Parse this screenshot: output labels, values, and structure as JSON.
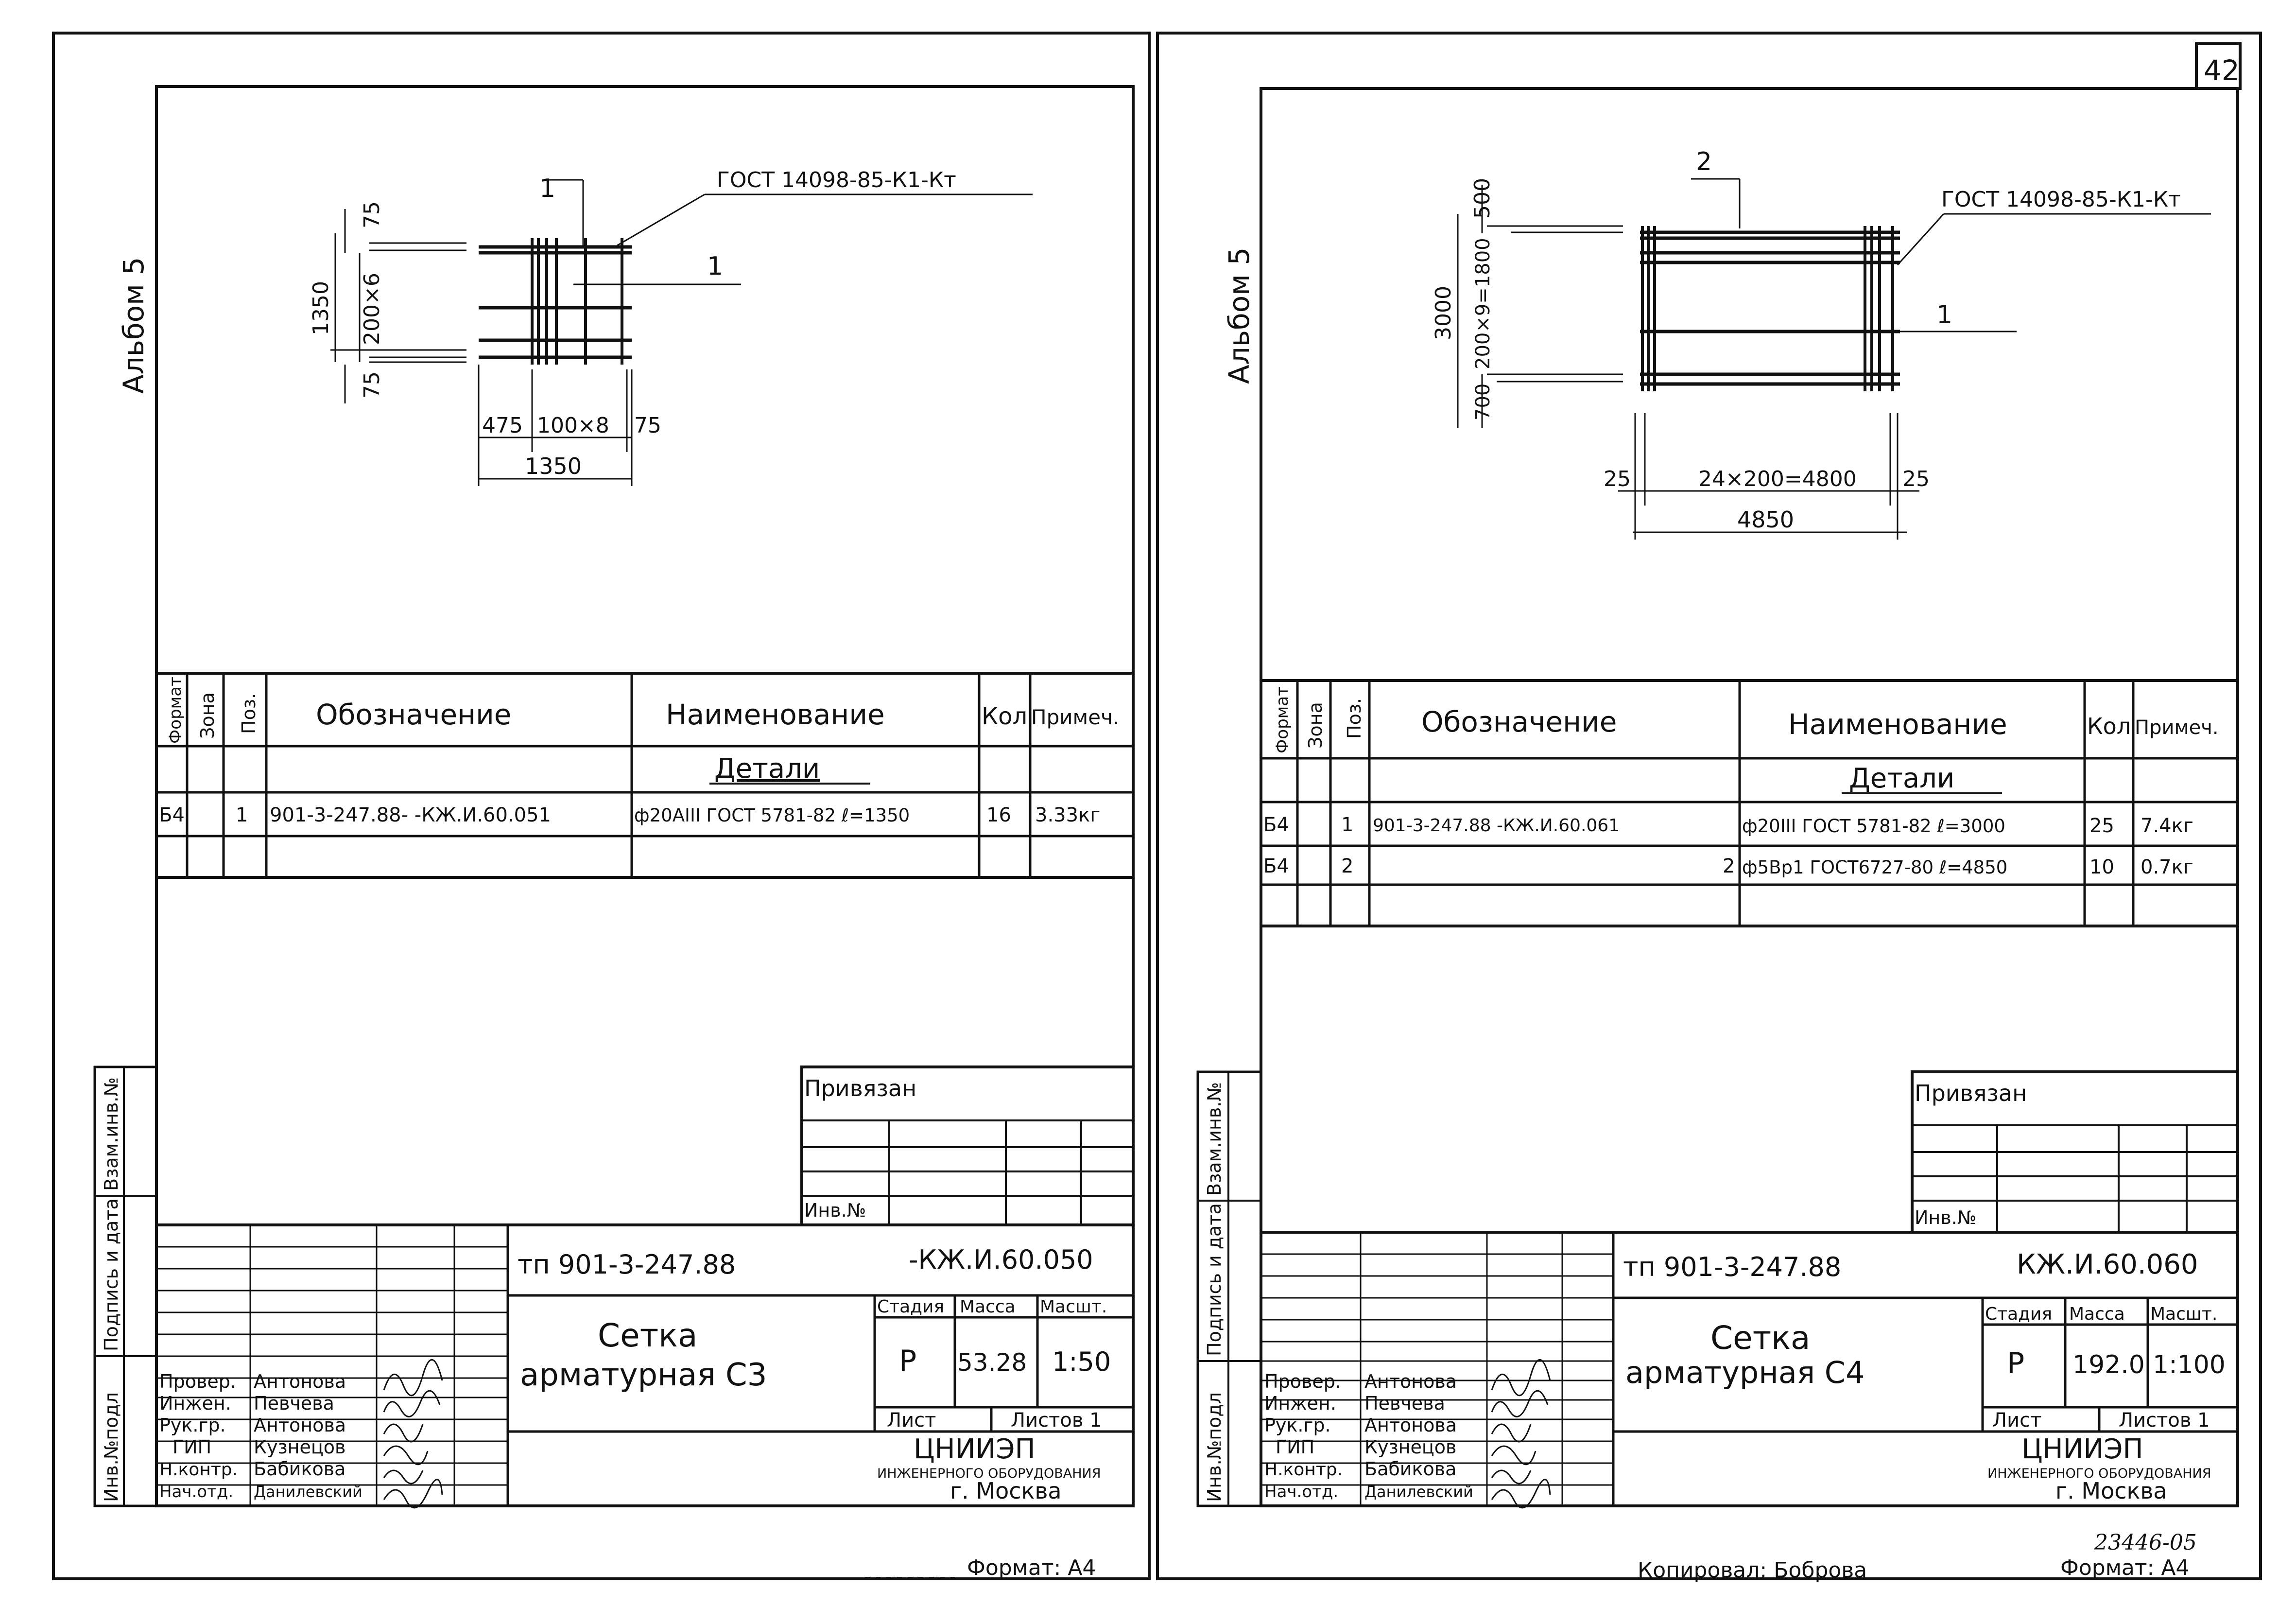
{
  "page_number": "42",
  "album_label": "Альбом 5",
  "side_stamp": {
    "inv_podl": "Инв.№подл",
    "podpis_data": "Подпись и дата",
    "vzam_inv": "Взам.инв.№"
  },
  "spec_headers": {
    "format": "Формат",
    "zona": "Зона",
    "poz": "Поз.",
    "oboznachenie": "Обозначение",
    "naimenovanie": "Наименование",
    "kol": "Кол",
    "primech": "Примеч."
  },
  "sheets": [
    {
      "drawing": {
        "gost": "ГОСТ 14098-85-К1-Кт",
        "pos_top": "1",
        "pos_side": "1",
        "dim_left_total": "1350",
        "dim_left_mid": "200×6",
        "dim_left_top": "75",
        "dim_left_bottom": "75",
        "dim_bottom_left": "475",
        "dim_bottom_mid": "100×8",
        "dim_bottom_right": "75",
        "dim_bottom_total": "1350"
      },
      "section_title": "Детали",
      "spec_rows": [
        {
          "format": "Б4",
          "zona": "",
          "poz": "1",
          "oboznachenie": "901-3-247.88-  -КЖ.И.60.051",
          "naimenovanie": "ф20АIII ГОСТ 5781-82 ℓ=1350",
          "kol": "16",
          "primech": "3.33кг"
        }
      ],
      "privyazan": "Привязан",
      "inv_no": "Инв.№",
      "doc_code_left": "тп 901-3-247.88",
      "doc_code_right": "-КЖ.И.60.050",
      "title_line1": "Сетка",
      "title_line2": "арматурная  С3",
      "stadiya_label": "Стадия",
      "massa_label": "Масса",
      "masshtab_label": "Масшт.",
      "stadiya": "Р",
      "massa": "53.28",
      "masshtab": "1:50",
      "list_label": "Лист",
      "listov_label": "Листов 1",
      "org_name": "ЦНИИЭП",
      "org_sub": "ИНЖЕНЕРНОГО ОБОРУДОВАНИЯ",
      "org_city": "г. Москва",
      "people": [
        {
          "role": "Провер.",
          "name": "Антонова"
        },
        {
          "role": "Инжен.",
          "name": "Певчева"
        },
        {
          "role": "Рук.гр.",
          "name": "Антонова"
        },
        {
          "role": "ГИП",
          "name": "Кузнецов"
        },
        {
          "role": "Н.контр.",
          "name": "Бабикова"
        },
        {
          "role": "Нач.отд.",
          "name": "Данилевский"
        }
      ],
      "format_note": "Формат: А4"
    },
    {
      "drawing": {
        "gost": "ГОСТ 14098-85-К1-Кт",
        "pos_top": "2",
        "pos_side": "1",
        "dim_left_total": "3000",
        "dim_left_mid": "200×9=1800",
        "dim_left_top": "500",
        "dim_left_bottom": "700",
        "dim_bottom_left": "25",
        "dim_bottom_mid": "24×200=4800",
        "dim_bottom_right": "25",
        "dim_bottom_total": "4850"
      },
      "section_title": "Детали",
      "spec_rows": [
        {
          "format": "Б4",
          "zona": "",
          "poz": "1",
          "oboznachenie": "901-3-247.88        -КЖ.И.60.061",
          "naimenovanie": "ф20III ГОСТ 5781-82 ℓ=3000",
          "kol": "25",
          "primech": "7.4кг"
        },
        {
          "format": "Б4",
          "zona": "",
          "poz": "2",
          "oboznachenie": "2",
          "naimenovanie": "ф5Вр1 ГОСТ6727-80 ℓ=4850",
          "kol": "10",
          "primech": "0.7кг"
        }
      ],
      "privyazan": "Привязан",
      "inv_no": "Инв.№",
      "doc_code_left": "тп 901-3-247.88",
      "doc_code_right": "КЖ.И.60.060",
      "title_line1": "Сетка",
      "title_line2": "арматурная  С4",
      "stadiya_label": "Стадия",
      "massa_label": "Масса",
      "masshtab_label": "Масшт.",
      "stadiya": "Р",
      "massa": "192.0",
      "masshtab": "1:100",
      "list_label": "Лист",
      "listov_label": "Листов 1",
      "org_name": "ЦНИИЭП",
      "org_sub": "ИНЖЕНЕРНОГО ОБОРУДОВАНИЯ",
      "org_city": "г. Москва",
      "people": [
        {
          "role": "Провер.",
          "name": "Антонова"
        },
        {
          "role": "Инжен.",
          "name": "Певчева"
        },
        {
          "role": "Рук.гр.",
          "name": "Антонова"
        },
        {
          "role": "ГИП",
          "name": "Кузнецов"
        },
        {
          "role": "Н.контр.",
          "name": "Бабикова"
        },
        {
          "role": "Нач.отд.",
          "name": "Данилевский"
        }
      ],
      "format_note": "Формат: А4"
    }
  ],
  "copied_by": "Копировал: Боброва",
  "archive_no": "23446-05"
}
